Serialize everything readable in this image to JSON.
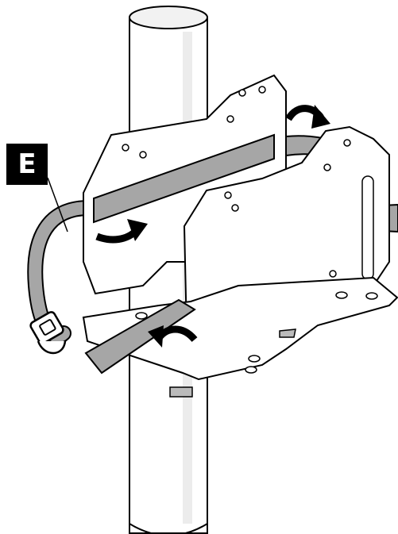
{
  "callout": {
    "label": "E"
  },
  "colors": {
    "strap": "#a6a6a6",
    "outline": "#000000",
    "metal": "#ffffff",
    "pole_shade": "#e9e9e9",
    "callout_bg": "#000000",
    "callout_text": "#ffffff"
  },
  "icons": {
    "arrows": [
      "curved-arrow-upper-right",
      "curved-arrow-middle-left",
      "curved-arrow-lower-center"
    ],
    "buckle": "strap-buckle-icon"
  }
}
